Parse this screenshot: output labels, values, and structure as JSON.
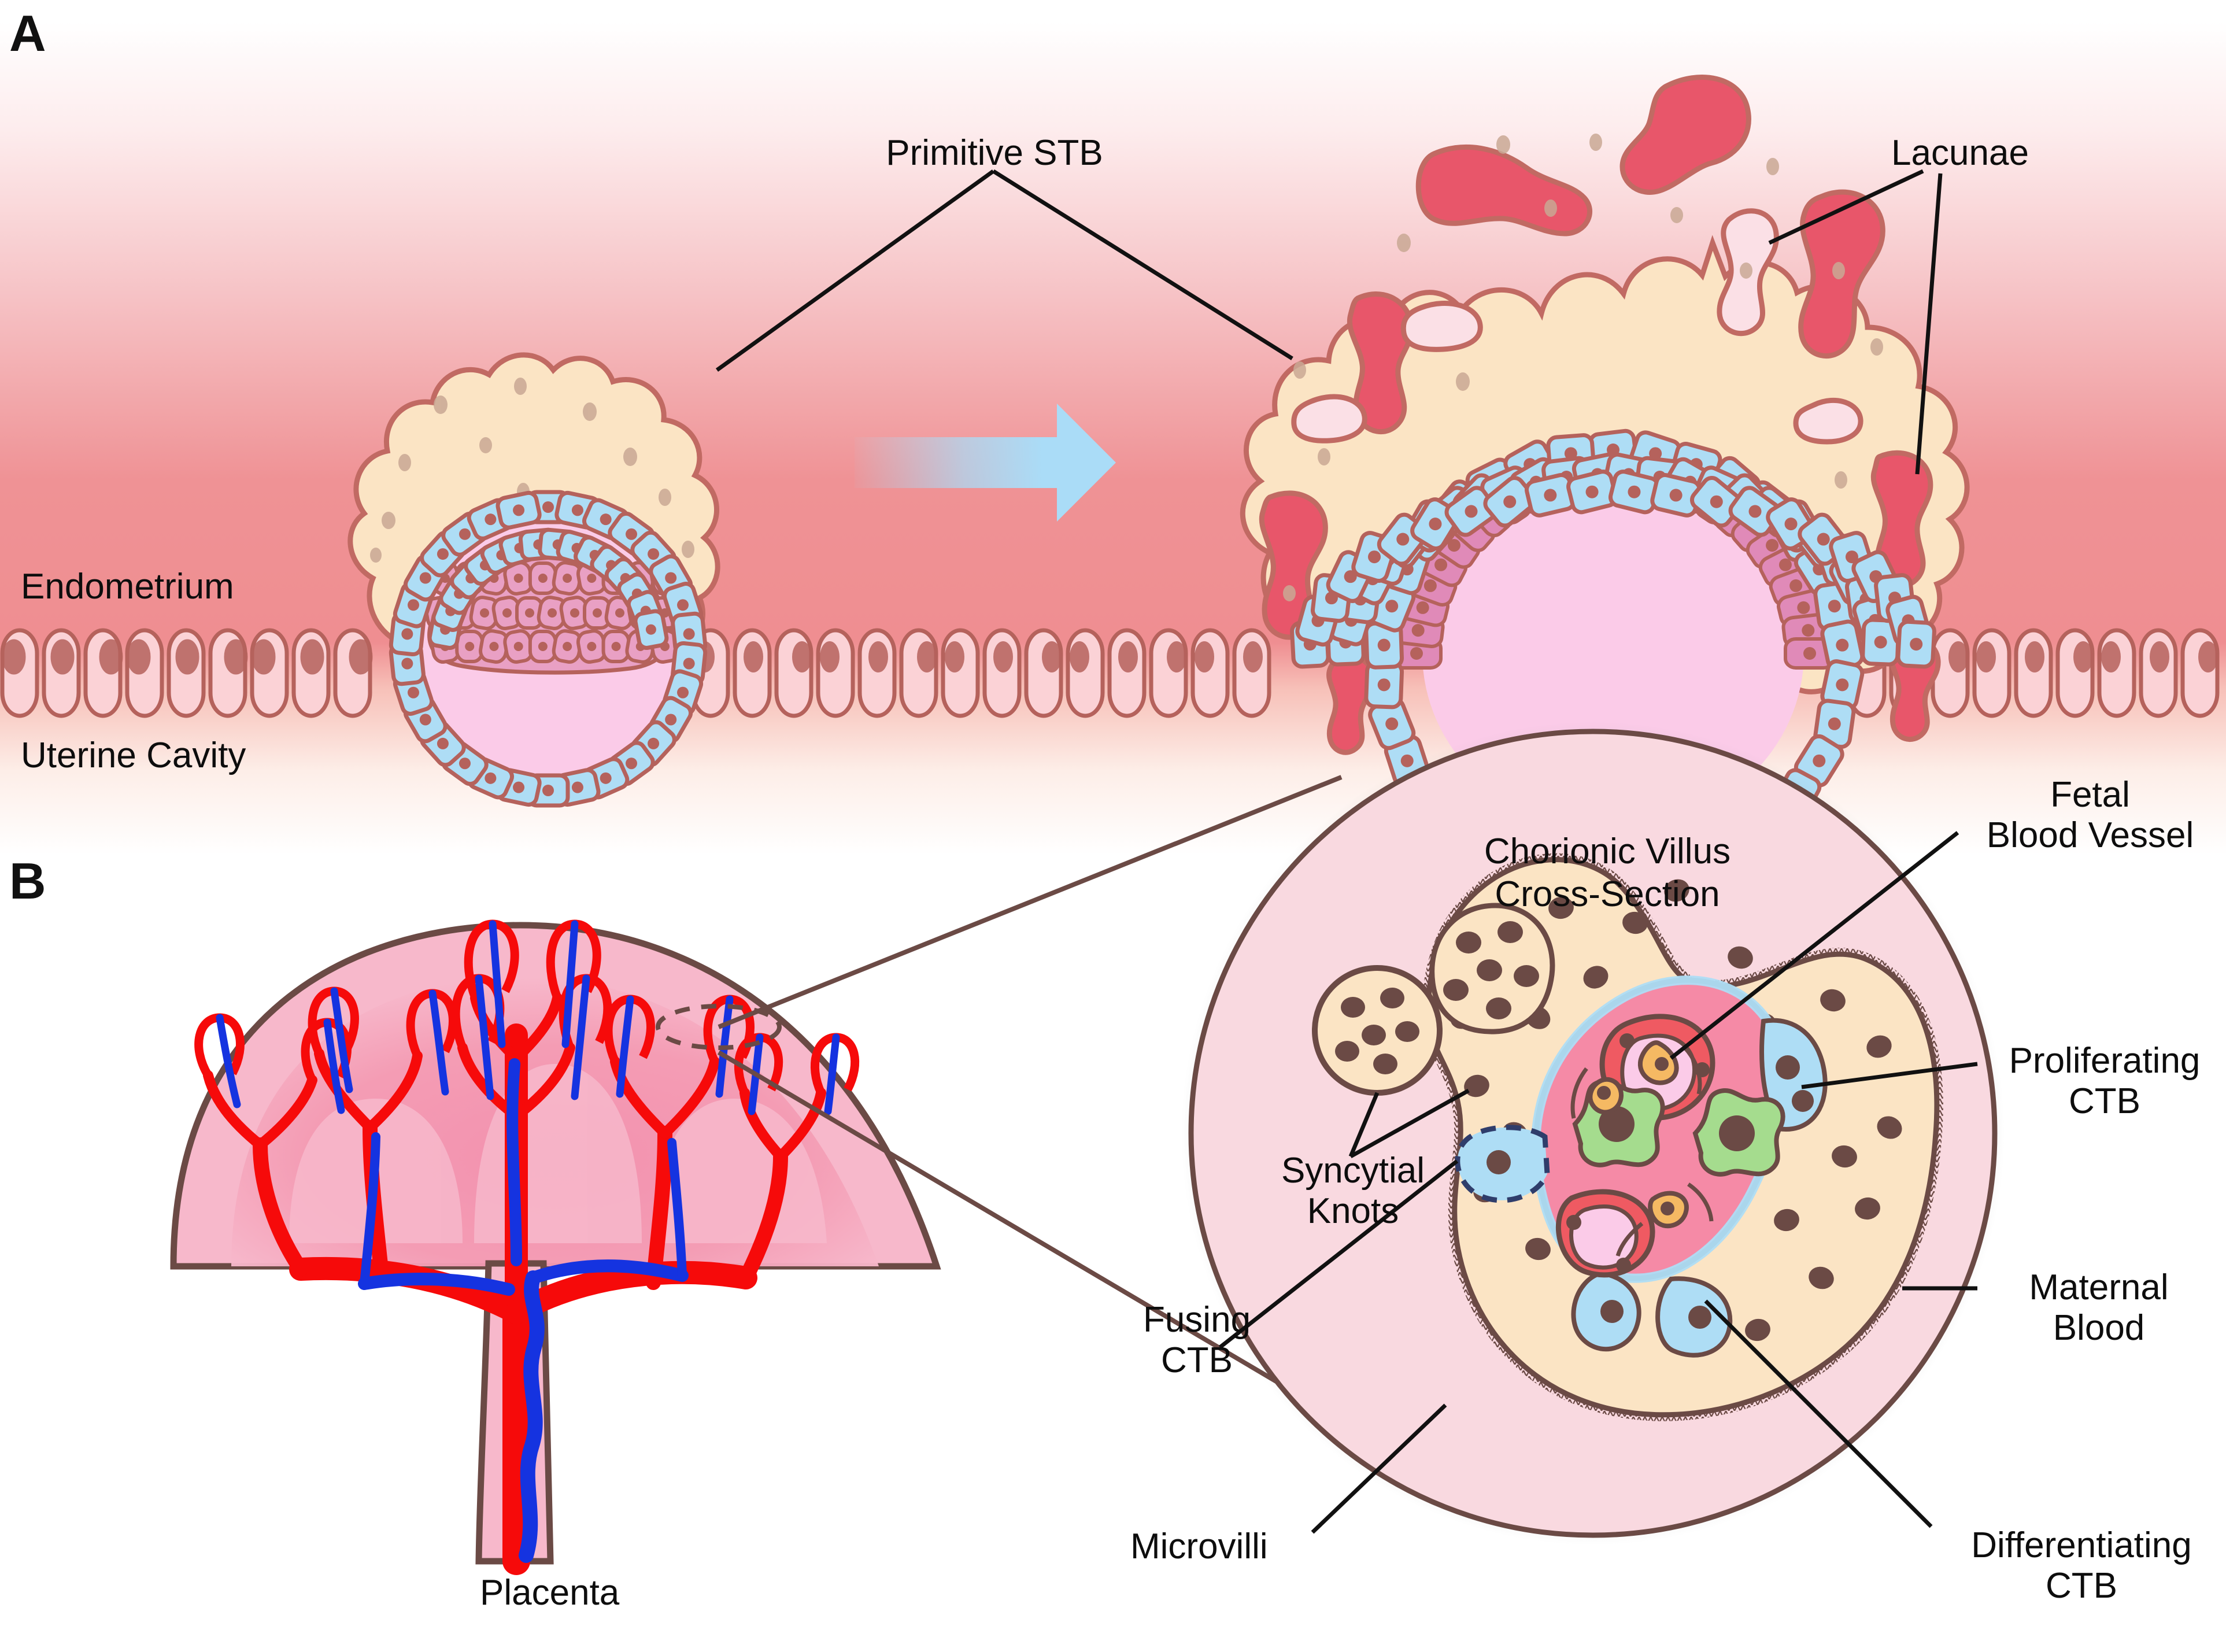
{
  "figure": {
    "type": "scientific-illustration",
    "subject": "Human embryo implantation and placental chorionic villus anatomy"
  },
  "panels": [
    {
      "id": "A",
      "letter": "A",
      "topic": "Implantation and primitive syncytiotrophoblast / lacunae formation"
    },
    {
      "id": "B",
      "letter": "B",
      "topic": "Placenta and chorionic villus cross-section"
    }
  ],
  "panel_a": {
    "letter": "A",
    "background_labels": {
      "endometrium": "Endometrium",
      "uterine_cavity": "Uterine Cavity"
    },
    "callouts": [
      {
        "name": "primitive-stb",
        "text": "Primitive STB"
      },
      {
        "name": "lacunae",
        "text": "Lacunae"
      }
    ],
    "stages": [
      {
        "name": "early-implantation-blastocyst",
        "position": "left"
      },
      {
        "name": "implanted-embryo-with-lacunae",
        "position": "right"
      }
    ],
    "transition_arrow": {
      "name": "progression-arrow",
      "direction": "right"
    }
  },
  "panel_b": {
    "letter": "B",
    "placenta_label": "Placenta",
    "inset_title_line1": "Chorionic Villus",
    "inset_title_line2": "Cross-Section",
    "callouts": [
      {
        "name": "syncytial-knots",
        "text": "Syncytial\nKnots"
      },
      {
        "name": "fusing-ctb",
        "text": "Fusing\nCTB"
      },
      {
        "name": "microvilli",
        "text": "Microvilli"
      },
      {
        "name": "fetal-blood-vessel",
        "text": "Fetal\nBlood Vessel"
      },
      {
        "name": "proliferating-ctb",
        "text": "Proliferating\nCTB"
      },
      {
        "name": "maternal-blood",
        "text": "Maternal\nBlood"
      },
      {
        "name": "differentiating-ctb",
        "text": "Differentiating\nCTB"
      }
    ]
  },
  "colors": {
    "endometrium_deep": "#ef8e91",
    "endometrium_pale": "#ffffff",
    "epithelium_fill": "#fbd2d6",
    "cell_outline": "#b5625c",
    "stb_fill": "#fbe4c4",
    "stb_outline": "#c16a63",
    "ctb_blue": "#aeddf5",
    "icm_pink": "#e9a0c4",
    "blastocoel": "#fbcbe8",
    "lacuna_blood": "#e8566a",
    "lacuna_empty": "#fbe0e6",
    "placenta_body": "#f7b8cb",
    "placenta_inner": "#f49bb3",
    "placenta_outline": "#6b4a45",
    "artery_red": "#f60a0a",
    "vein_blue": "#1533e0",
    "inset_bg": "#f9d9e0",
    "villus_stroma": "#f58aa6",
    "villus_vessel_wall": "#ef5a62",
    "hofbauer_green": "#a5dc8e",
    "fibroblast_orange": "#f5b963",
    "nucleus_brown": "#6b4a45",
    "label_text": "#0d0d0d",
    "leader_line": "#111111",
    "arrow_blue": "#aadcf7"
  }
}
